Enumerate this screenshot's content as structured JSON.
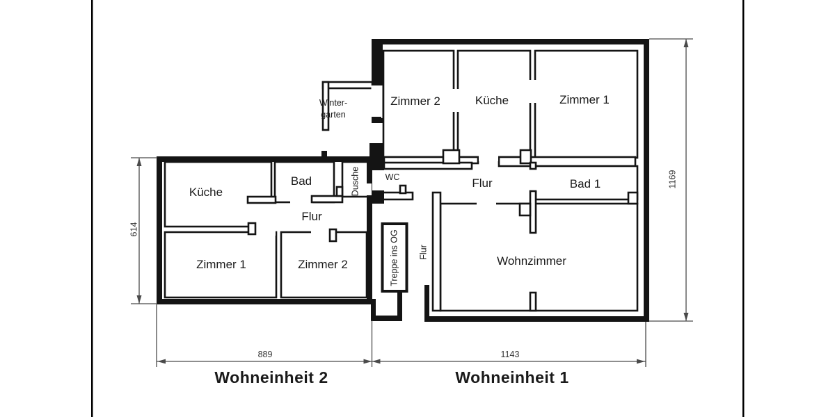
{
  "colors": {
    "wall": "#141414",
    "dim": "#4a4a4a",
    "text": "#1a1a1a",
    "page_border": "#000000",
    "background": "#ffffff"
  },
  "unit_labels": {
    "wohneinheit_2": "Wohneinheit 2",
    "wohneinheit_1": "Wohneinheit 1"
  },
  "rooms": {
    "wintergarten_line1": "Winter-",
    "wintergarten_line2": "garten",
    "we1_zimmer2": "Zimmer 2",
    "we1_kueche": "Küche",
    "we1_zimmer1": "Zimmer 1",
    "we2_kueche": "Küche",
    "we2_bad": "Bad",
    "we2_dusche": "Dusche",
    "we2_flur": "Flur",
    "we2_zimmer1": "Zimmer 1",
    "we2_zimmer2": "Zimmer 2",
    "we1_wc": "WC",
    "we1_flur": "Flur",
    "we1_bad1": "Bad 1",
    "we1_flur_klein": "Flur",
    "we1_treppe": "Treppe ins OG",
    "we1_wohnzimmer": "Wohnzimmer"
  },
  "dimensions": {
    "hoehe_we2": "614",
    "hoehe_we1": "1169",
    "breite_we2": "889",
    "breite_we1": "1143"
  }
}
